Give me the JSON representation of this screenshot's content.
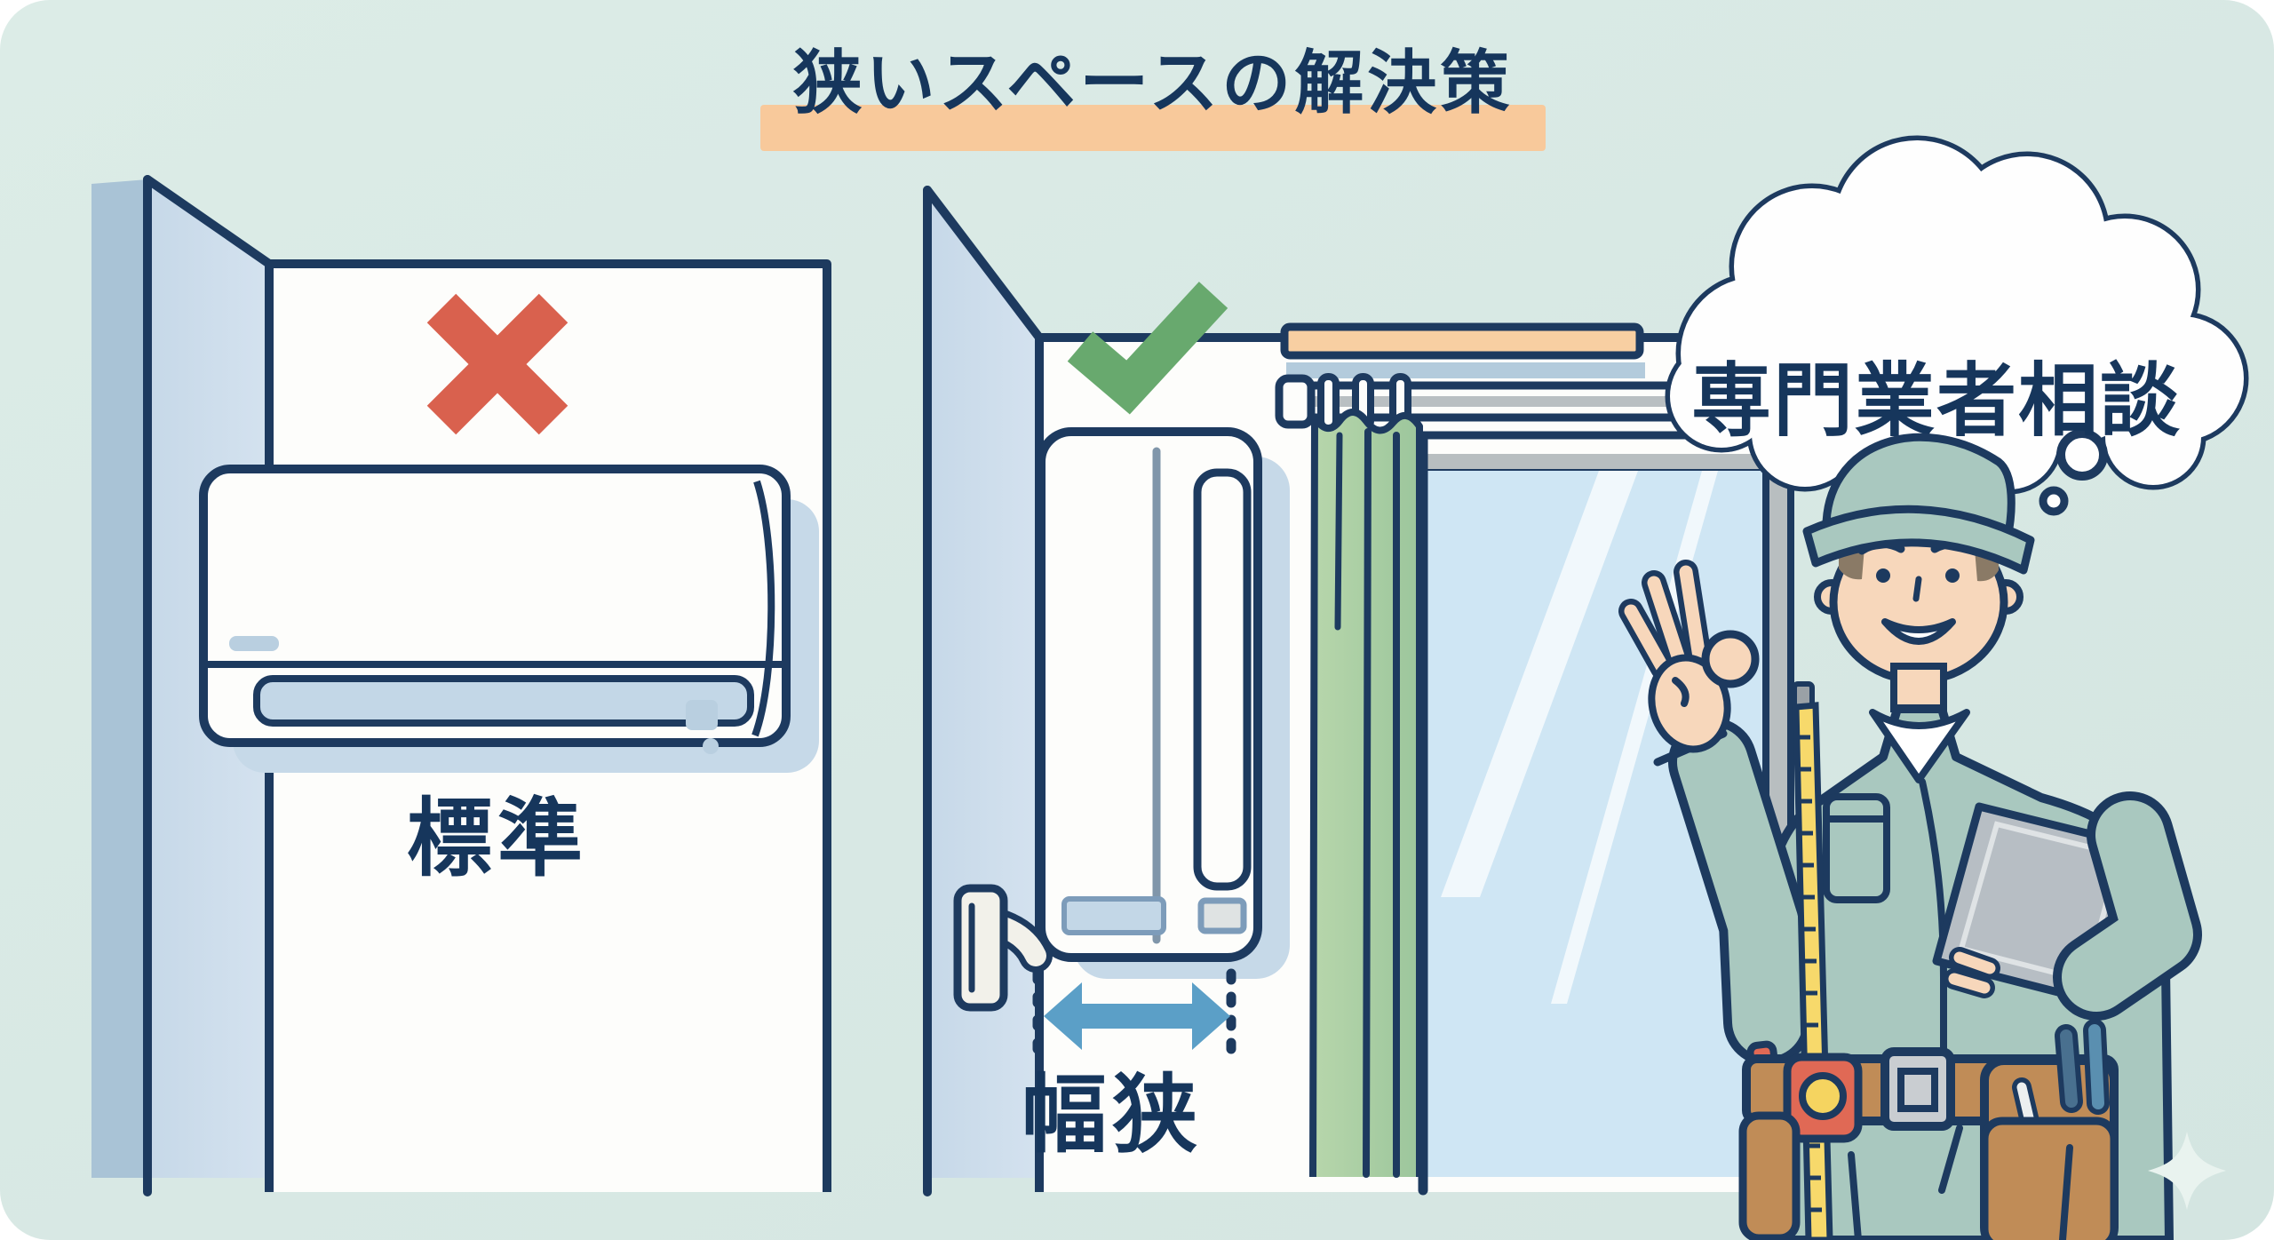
{
  "title": {
    "text": "狭いスペースの解決策",
    "text_color": "#16365c",
    "highlight_color": "#f8c99b"
  },
  "standard_panel": {
    "label": "標準",
    "verdict_icon": "x-mark",
    "verdict_color": "#d9614e"
  },
  "narrow_panel": {
    "label": "幅狭",
    "verdict_icon": "check-mark",
    "verdict_color": "#68a96e",
    "width_arrow_color": "#5b9fc7"
  },
  "thought_bubble": {
    "text": "専門業者相談",
    "text_color": "#16365c"
  },
  "palette": {
    "background": "#d9e8e4",
    "outline_navy": "#1d3a5f",
    "wall_white": "#fdfdfb",
    "side_wall": "#cfdeec",
    "side_wall_dark": "#a9c3d6",
    "ac_shadow": "#c6d9e8",
    "vent_fill": "#c3d7e7",
    "glass_blue": "#cfe6f4",
    "frame_gray": "#b8bec0",
    "curtain_green": "#aacfa4",
    "rail_peach": "#f8cfa2",
    "uniform_sage": "#a9c8bf",
    "skin": "#f7d7bb",
    "belt_tan": "#c08c57",
    "tape_red": "#e06955",
    "tape_yellow": "#f7d96b",
    "tablet_gray": "#b7bec4"
  }
}
